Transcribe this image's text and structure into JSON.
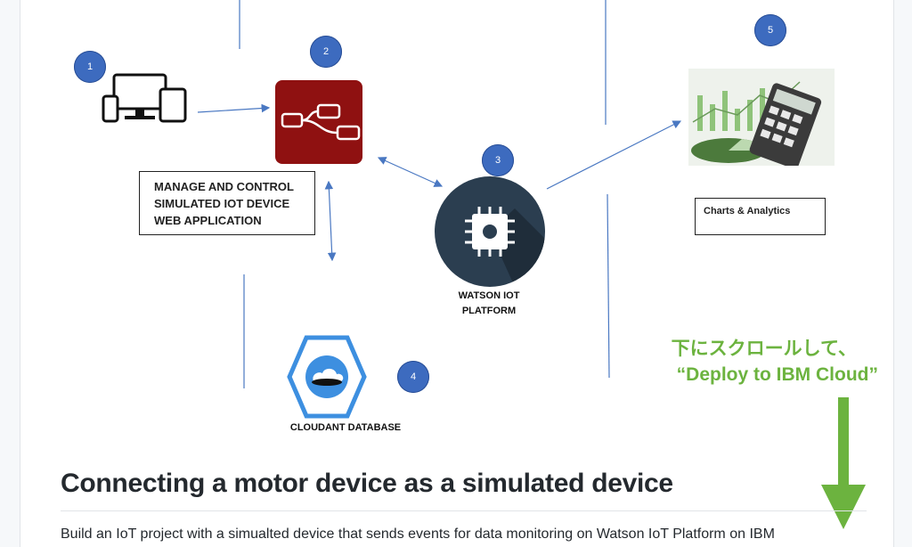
{
  "diagram": {
    "badges": [
      "1",
      "2",
      "3",
      "4",
      "5"
    ],
    "manage_box": {
      "line1": "MANAGE AND CONTROL",
      "line2": "SIMULATED IOT DEVICE",
      "line3": "WEB APPLICATION"
    },
    "watson_label": {
      "line1": "WATSON IOT",
      "line2": "PLATFORM"
    },
    "cloudant_label": "CLOUDANT DATABASE",
    "charts_box": "Charts & Analytics"
  },
  "annotation": {
    "line1": "下にスクロールして、",
    "line2": "“Deploy to IBM Cloud”",
    "color": "#6cb33f"
  },
  "article": {
    "heading": "Connecting a motor device as a simulated device",
    "paragraph": "Build an IoT project with a simualted device that sends events for data monitoring on Watson IoT Platform on IBM"
  },
  "colors": {
    "badge": "#3d6bbf",
    "node_red": "#8f1111",
    "watson": "#2b3e50",
    "cloudant": "#3d8fe0",
    "line": "#4a78c2"
  }
}
